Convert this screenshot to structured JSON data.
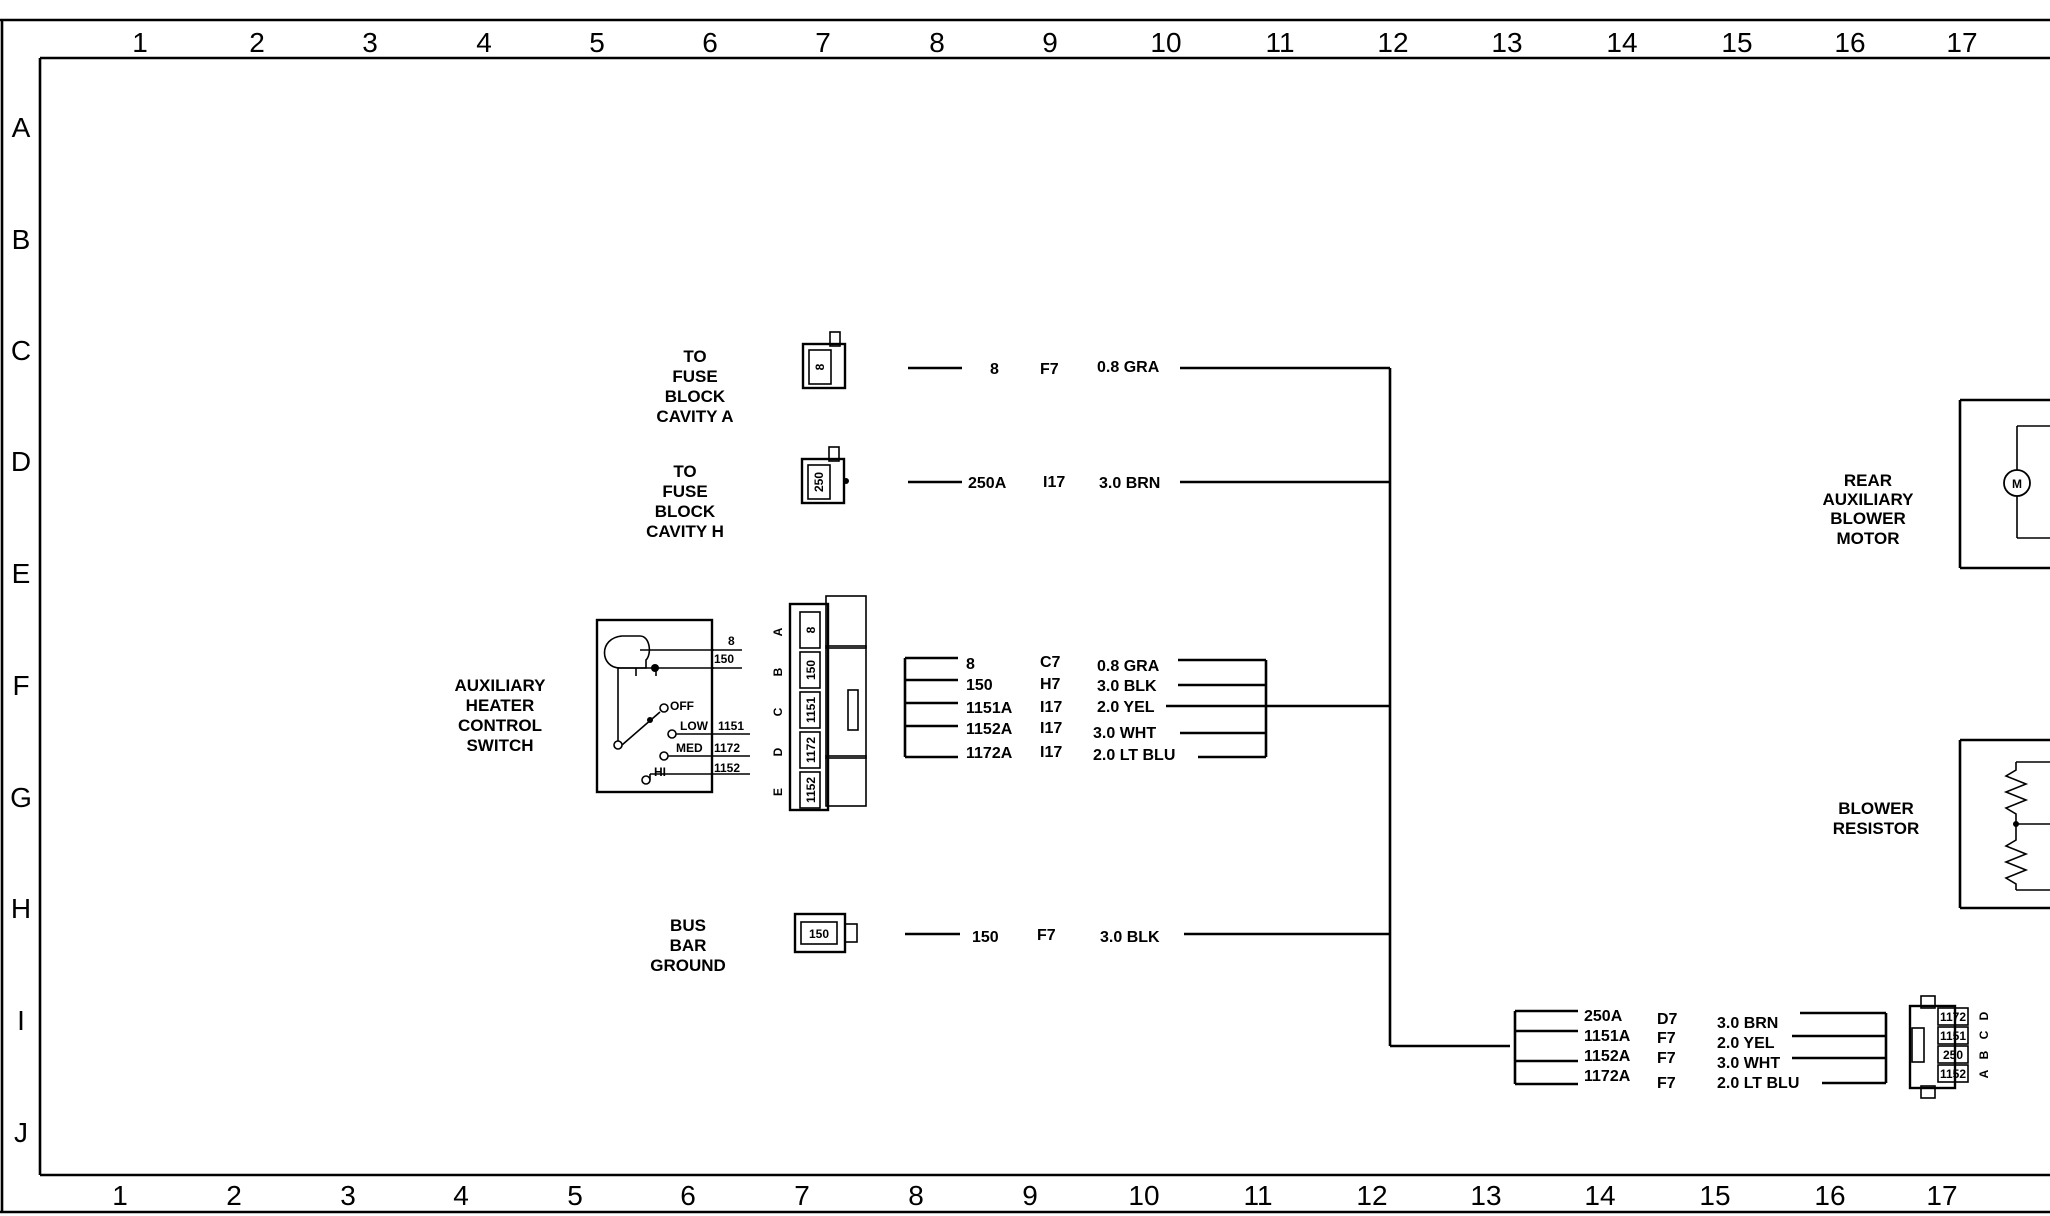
{
  "grid": {
    "cols": [
      "1",
      "2",
      "3",
      "4",
      "5",
      "6",
      "7",
      "8",
      "9",
      "10",
      "11",
      "12",
      "13",
      "14",
      "15",
      "16",
      "17"
    ],
    "rows": [
      "A",
      "B",
      "C",
      "D",
      "E",
      "F",
      "G",
      "H",
      "I",
      "J"
    ]
  },
  "components": {
    "fuse_a": [
      "TO",
      "FUSE",
      "BLOCK",
      "CAVITY A"
    ],
    "fuse_h": [
      "TO",
      "FUSE",
      "BLOCK",
      "CAVITY H"
    ],
    "switch": [
      "AUXILIARY",
      "HEATER",
      "CONTROL",
      "SWITCH"
    ],
    "ground": [
      "BUS",
      "BAR",
      "GROUND"
    ],
    "motor": [
      "REAR",
      "AUXILIARY",
      "BLOWER",
      "MOTOR"
    ],
    "resistor": [
      "BLOWER",
      "RESISTOR"
    ],
    "motor_symbol": "M"
  },
  "switch_detail": {
    "terminals": [
      "8",
      "150",
      "1151",
      "1172",
      "1152"
    ],
    "positions": [
      "OFF",
      "LOW",
      "MED",
      "HI"
    ]
  },
  "connectors": {
    "fuse_a_pin": "8",
    "fuse_h_pin": "250",
    "ground_pin": "150",
    "switch_conn": {
      "letters": [
        "A",
        "B",
        "C",
        "D",
        "E"
      ],
      "pins": [
        "8",
        "150",
        "1151",
        "1172",
        "1152"
      ]
    },
    "resistor_conn": {
      "letters": [
        "D",
        "C",
        "B",
        "A"
      ],
      "pins": [
        "1172",
        "1151",
        "250",
        "1152"
      ]
    }
  },
  "wires": {
    "fuse_a": {
      "circuit": "8",
      "ref": "F7",
      "spec": "0.8 GRA"
    },
    "fuse_h": {
      "circuit": "250A",
      "ref": "I17",
      "spec": "3.0 BRN"
    },
    "ground": {
      "circuit": "150",
      "ref": "F7",
      "spec": "3.0 BLK"
    },
    "switch": [
      {
        "circuit": "8",
        "ref": "C7",
        "spec": "0.8 GRA"
      },
      {
        "circuit": "150",
        "ref": "H7",
        "spec": "3.0 BLK"
      },
      {
        "circuit": "1151A",
        "ref": "I17",
        "spec": "2.0 YEL"
      },
      {
        "circuit": "1152A",
        "ref": "I17",
        "spec": "3.0 WHT"
      },
      {
        "circuit": "1172A",
        "ref": "I17",
        "spec": "2.0 LT BLU"
      }
    ],
    "resistor": [
      {
        "circuit": "250A",
        "ref": "D7",
        "spec": "3.0 BRN"
      },
      {
        "circuit": "1151A",
        "ref": "F7",
        "spec": "2.0 YEL"
      },
      {
        "circuit": "1152A",
        "ref": "F7",
        "spec": "3.0 WHT"
      },
      {
        "circuit": "1172A",
        "ref": "F7",
        "spec": "2.0 LT BLU"
      }
    ]
  }
}
